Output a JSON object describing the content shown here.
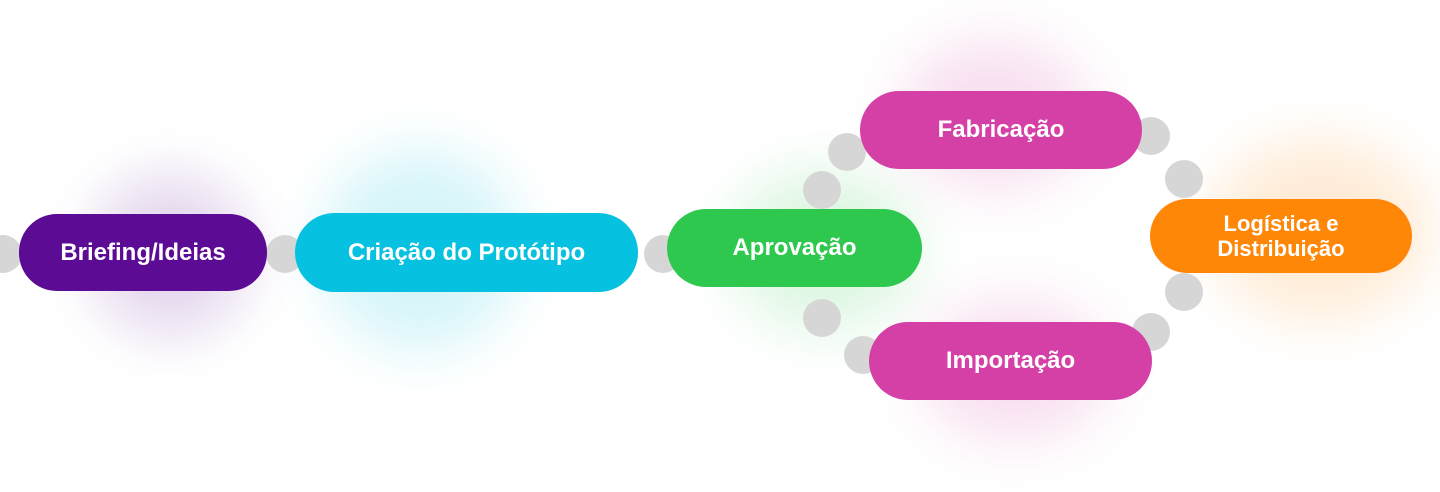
{
  "nodes": {
    "briefing": {
      "label": "Briefing/Ideias",
      "color": "#5c0b94"
    },
    "criacao": {
      "label": "Criação do Protótipo",
      "color": "#06c1df"
    },
    "aprovacao": {
      "label": "Aprovação",
      "color": "#2ec84e"
    },
    "fabricacao": {
      "label": "Fabricação",
      "color": "#d540a6"
    },
    "importacao": {
      "label": "Importação",
      "color": "#d540a6"
    },
    "logistica": {
      "label_line1": "Logística e",
      "label_line2": "Distribuição",
      "color": "#ff8708"
    }
  },
  "connector_color": "#d6d6d6"
}
